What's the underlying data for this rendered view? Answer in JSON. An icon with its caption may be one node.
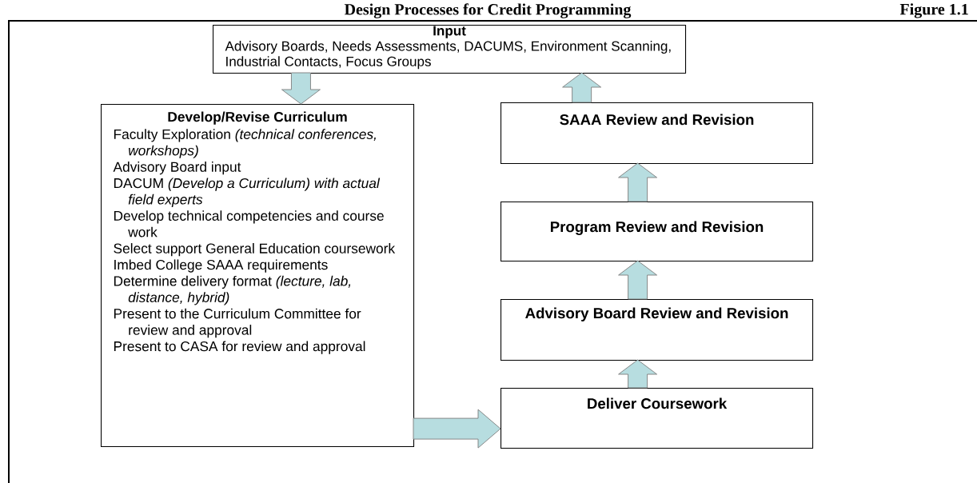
{
  "diagram": {
    "title": "Design Processes for Credit Programming",
    "nodes": [
      {
        "text": [
          "Input",
          "Advisory Boards, Needs Assessments, DACUMS, Environment Scanning, Industrial Contacts, Focus Groups"
        ]
      },
      {
        "text": [
          "Develop/Revise Curriculum",
          "Faculty Exploration *(technical conferences, workshops)*",
          "Advisory Board input",
          "DACUM *(Develop a Curriculum) with actual field experts*",
          "Develop technical competencies and course work",
          "Select support General Education coursework",
          "Imbed College SAAA requirements",
          "Determine delivery format *(lecture, lab, distance, hybrid)*",
          "Present to the Curriculum Committee for review and approval",
          "Present to CASA for review and approval"
        ]
      },
      {
        "text": [
          "SAAA Review and Revision"
        ]
      },
      {
        "text": [
          "Program Review and Revision"
        ]
      },
      {
        "text": [
          "Advisory Board Review and Revision"
        ]
      },
      {
        "text": [
          "Deliver Coursework"
        ]
      }
    ],
    "edges": [
      {
        "from": 0,
        "to": 1,
        "arrow": "to"
      },
      {
        "from": 1,
        "to": 5,
        "arrow": "to"
      },
      {
        "from": 5,
        "to": 4,
        "arrow": "to"
      },
      {
        "from": 4,
        "to": 3,
        "arrow": "to"
      },
      {
        "from": 3,
        "to": 2,
        "arrow": "to"
      },
      {
        "from": 2,
        "to": 0,
        "arrow": "to"
      }
    ],
    "labels": [
      "Figure 1.1"
    ]
  }
}
